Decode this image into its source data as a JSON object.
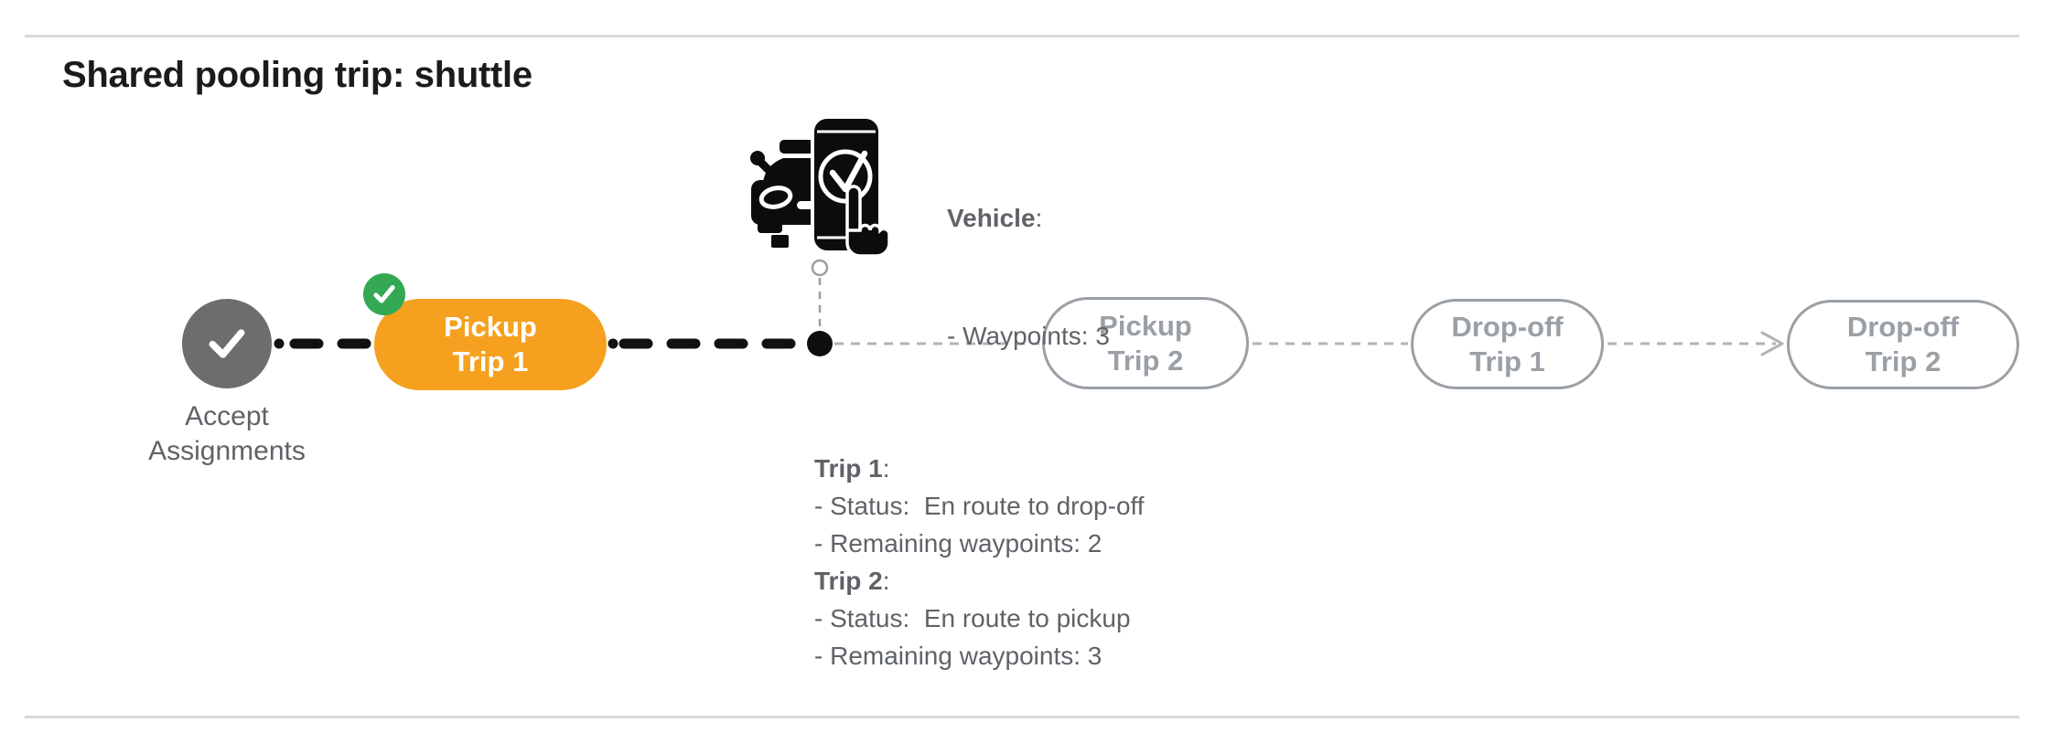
{
  "title": "Shared pooling trip: shuttle",
  "colors": {
    "accent_orange": "#F5A11F",
    "success_green": "#34A853",
    "completed_node_gray": "#6D6D6D",
    "pending_gray": "#9AA0A6",
    "text_gray": "#5F6368",
    "route_black": "#111111",
    "pending_connector_gray": "#B3B3B3"
  },
  "timeline": {
    "accept_label": "Accept\nAssignments",
    "nodes": [
      {
        "label": "Pickup\nTrip 1",
        "state": "current"
      },
      {
        "label": "Pickup\nTrip 2",
        "state": "pending"
      },
      {
        "label": "Drop-off\nTrip 1",
        "state": "pending"
      },
      {
        "label": "Drop-off\nTrip 2",
        "state": "pending"
      }
    ]
  },
  "vehicle_info": {
    "title": "Vehicle",
    "colon": ":",
    "waypoints_line": "- Waypoints: 3"
  },
  "trips": [
    {
      "title": "Trip 1",
      "colon": ":",
      "status_line": "- Status:  En route to drop-off",
      "waypoints_line": "- Remaining waypoints: 2"
    },
    {
      "title": "Trip 2",
      "colon": ":",
      "status_line": "- Status:  En route to pickup",
      "waypoints_line": "- Remaining waypoints: 3"
    }
  ]
}
